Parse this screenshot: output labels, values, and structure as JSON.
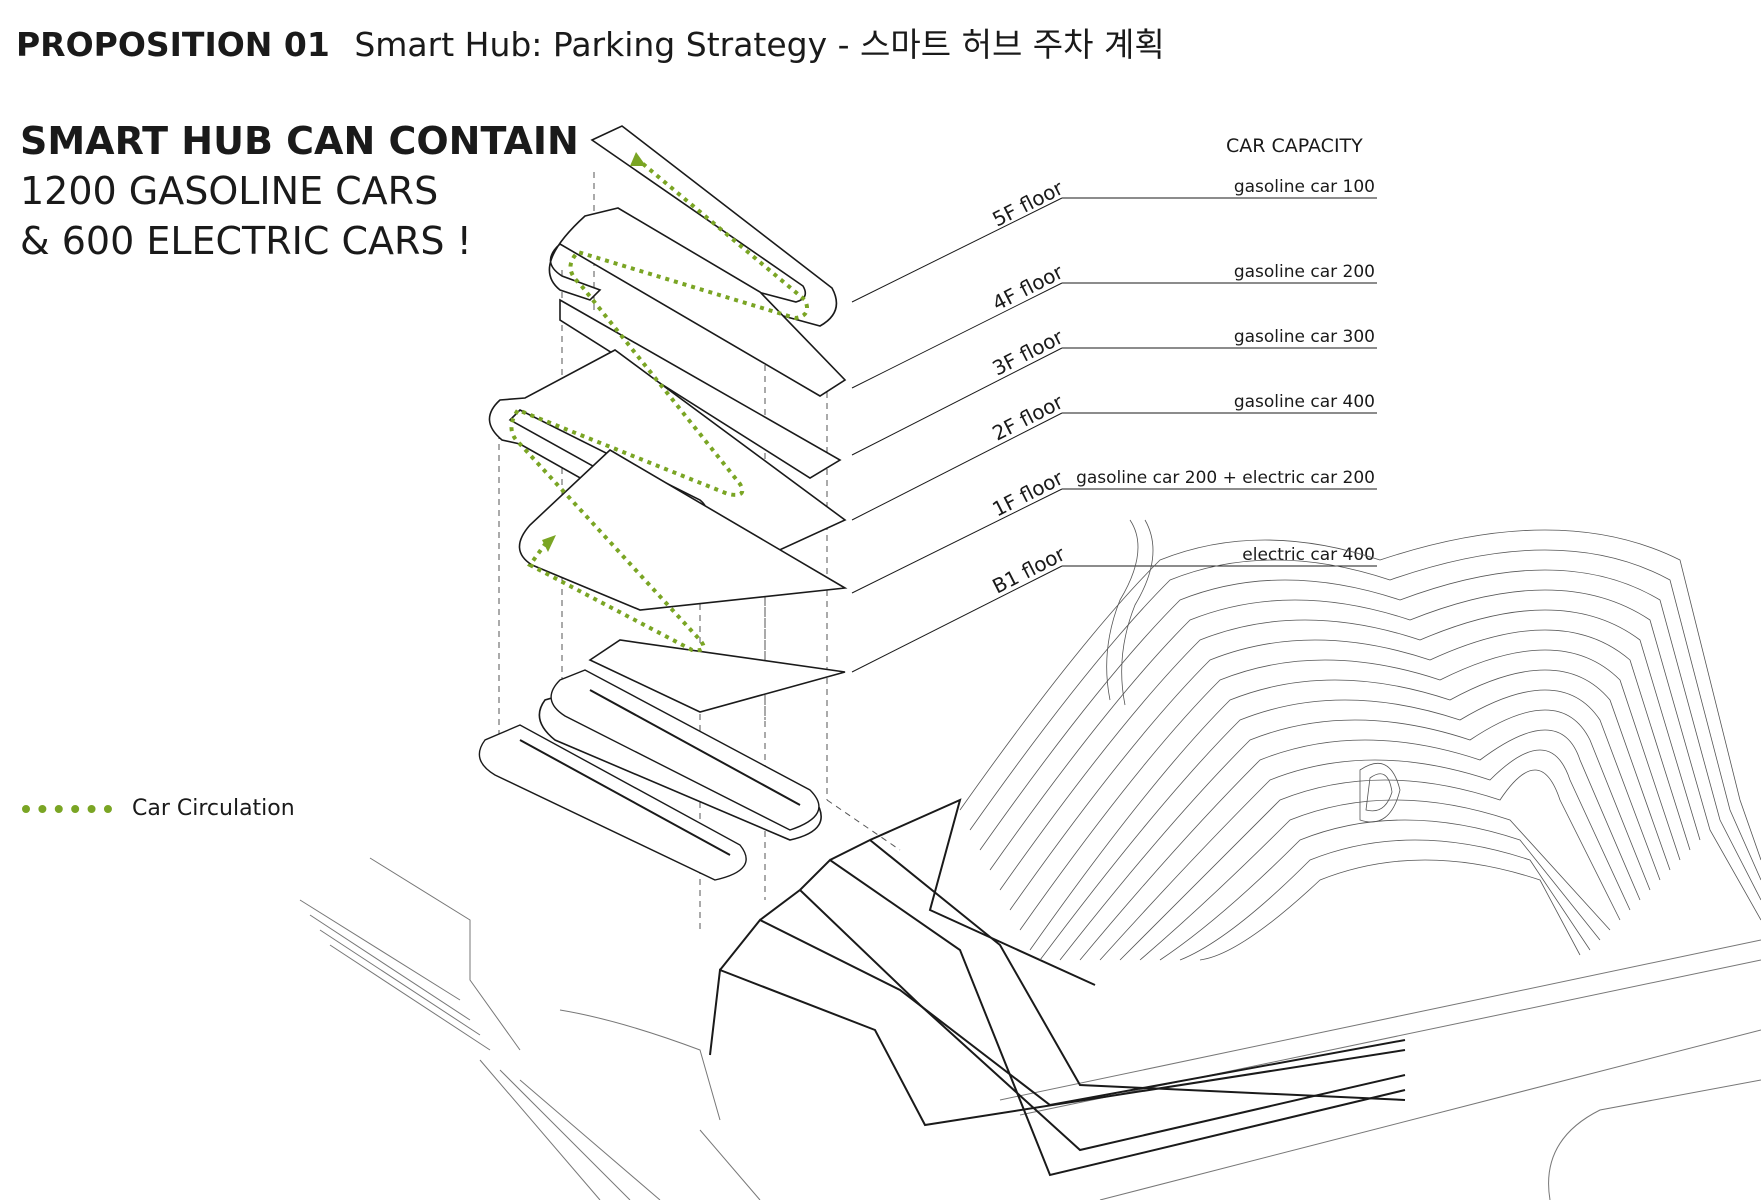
{
  "header": {
    "proposition": "PROPOSITION 01",
    "subtitle": "Smart Hub: Parking Strategy - 스마트 허브 주차 계획"
  },
  "headline": {
    "line1": "SMART HUB CAN CONTAIN",
    "line2": "1200 GASOLINE CARS",
    "line3": "& 600 ELECTRIC CARS !"
  },
  "capacity": {
    "title": "CAR CAPACITY",
    "floors": [
      {
        "floor": "5F floor",
        "capacity": "gasoline car 100"
      },
      {
        "floor": "4F floor",
        "capacity": "gasoline car 200"
      },
      {
        "floor": "3F floor",
        "capacity": "gasoline car 300"
      },
      {
        "floor": "2F floor",
        "capacity": "gasoline car 400"
      },
      {
        "floor": "1F floor",
        "capacity": "gasoline car 200 + electric car 200"
      },
      {
        "floor": "B1 floor",
        "capacity": "electric car 400"
      }
    ]
  },
  "legend": {
    "label": "Car Circulation",
    "icon": "dotted-green-line"
  },
  "colors": {
    "circulation": "#7aa524",
    "line": "#1a1a1a",
    "contour": "#555555"
  }
}
